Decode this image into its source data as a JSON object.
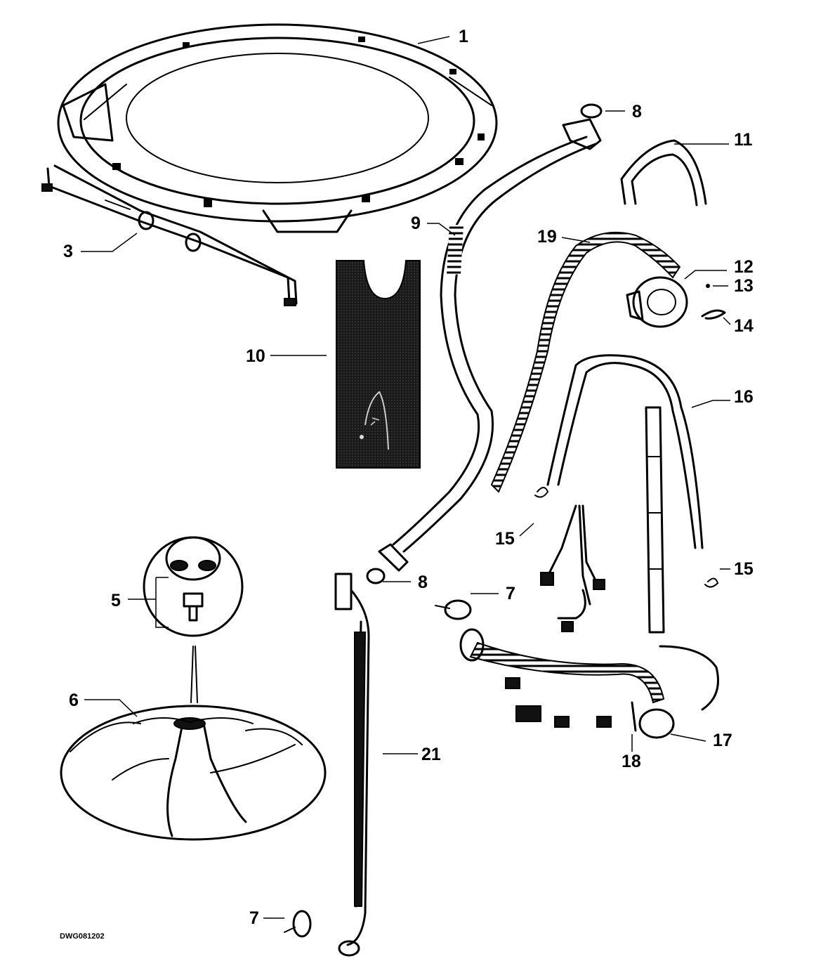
{
  "drawing_id": "DWG081202",
  "callouts": {
    "c1": "1",
    "c3": "3",
    "c5": "5",
    "c6": "6",
    "c7a": "7",
    "c7b": "7",
    "c8a": "8",
    "c8b": "8",
    "c9": "9",
    "c10": "10",
    "c11": "11",
    "c12": "12",
    "c13": "13",
    "c14": "14",
    "c15a": "15",
    "c15b": "15",
    "c16": "16",
    "c17": "17",
    "c18": "18",
    "c19": "19",
    "c21": "21"
  }
}
